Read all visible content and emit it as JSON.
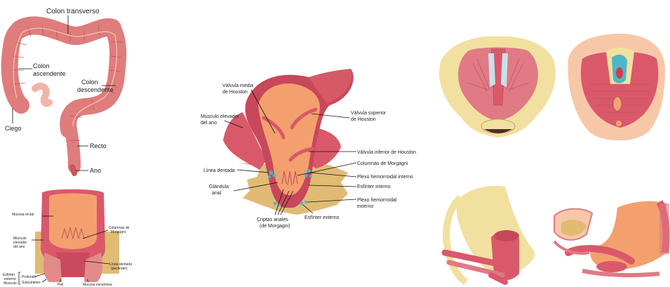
{
  "colon": {
    "labels": {
      "transverse": "Colon transverso",
      "ascending_1": "Colon",
      "ascending_2": "ascendente",
      "descending_1": "Colon",
      "descending_2": "descendente",
      "cecum": "Ciego",
      "rectum": "Recto",
      "anus": "Ano"
    }
  },
  "anal_canal_small": {
    "labels": {
      "rectal_mucosa": "Mucosa rectal",
      "levator_1": "Músculo",
      "levator_2": "elevador",
      "levator_3": "del ano",
      "columns_1": "Columnas de",
      "columns_2": "Morgagni",
      "dentate_1": "Línea dentada",
      "dentate_2": "(pectinato)",
      "ext_sphincter_1": "Esfínter",
      "ext_sphincter_2": "externo",
      "ext_sphincter_3": "Músculo",
      "deep": "Profundo",
      "subcutaneous": "Subcutáneo",
      "skin": "Piel",
      "squamous": "Mucosa escamosa"
    }
  },
  "rectum_center": {
    "labels": {
      "mid_valve_1": "Válvula media",
      "mid_valve_2": "de Houston",
      "levator_1": "Músculo elevador",
      "levator_2": "del ano",
      "sup_valve_1": "Válvula superior",
      "sup_valve_2": "de Houston",
      "inf_valve": "Válvula inferior de Houston",
      "columns": "Columnas de Morgagni",
      "dentate": "Línea dentada",
      "int_plexus": "Plexo hemorroidal interno",
      "gland_1": "Glándula",
      "gland_2": "anal",
      "int_sphincter": "Esfínter interno",
      "ext_plexus_1": "Plexo hemorroidal",
      "ext_plexus_2": "externo",
      "crypts_1": "Criptas anales",
      "crypts_2": "(de Morgagni)",
      "ext_sphincter": "Esfínter externo"
    }
  },
  "colors": {
    "colon_fill": "#df7c7c",
    "colon_dark": "#b94f55",
    "mucosa": "#f3a06e",
    "muscle": "#d9596a",
    "fat": "#e1bb74",
    "bone": "#f1e0a0",
    "skin": "#f6c8a8"
  }
}
